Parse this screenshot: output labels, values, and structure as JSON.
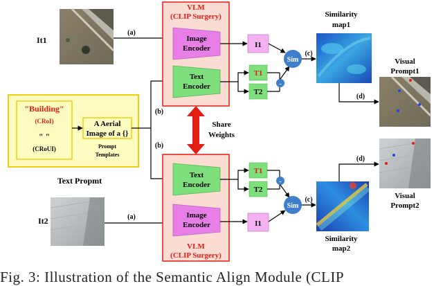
{
  "inputs": {
    "it1": "It1",
    "it2": "It2"
  },
  "edges": {
    "a": "(a)",
    "b": "(b)",
    "c": "(c)",
    "d": "(d)"
  },
  "vlm": {
    "title": "VLM",
    "subtitle": "(CLIP Surgery)"
  },
  "image_encoder": {
    "line1": "Image",
    "line2": "Encoder"
  },
  "text_encoder": {
    "line1": "Text",
    "line2": "Encoder"
  },
  "features": {
    "i1": "I1",
    "t1": "T1",
    "t2": "T2",
    "minus": "-",
    "sim": "Sim"
  },
  "share": {
    "line1": "Share",
    "line2": "Weights"
  },
  "text_prompt": {
    "building": "\"Building\"",
    "croi": "(CRoI)",
    "empty": "\" \"",
    "croui": "(CRoUI)",
    "template_line1": "A Aerial",
    "template_line2": "Image of a {}",
    "templates_label1": "Prompt",
    "templates_label2": "Templates",
    "title": "Text Propmt"
  },
  "similarity": {
    "map1_line1": "Similarity",
    "map1_line2": "map1",
    "map2_line1": "Similarity",
    "map2_line2": "map2"
  },
  "visual_prompt": {
    "p1_line1": "Visual",
    "p1_line2": "Prompt1",
    "p2_line1": "Visual",
    "p2_line2": "Prompt2"
  },
  "caption": "Fig. 3: Illustration of the Semantic Align Module (CLIP",
  "colors": {
    "vlm_fill": "#fadcd2",
    "vlm_border": "#e8281e",
    "image_encoder": "#e77fe6",
    "text_encoder": "#7ee07c",
    "i1_box": "#f3b1f1",
    "t_box": "#7ee07c",
    "sim_node": "#3e7ecb",
    "prompt_fill": "#fffcc2",
    "prompt_border": "#f1cd10",
    "accent_red": "#e31d14"
  }
}
